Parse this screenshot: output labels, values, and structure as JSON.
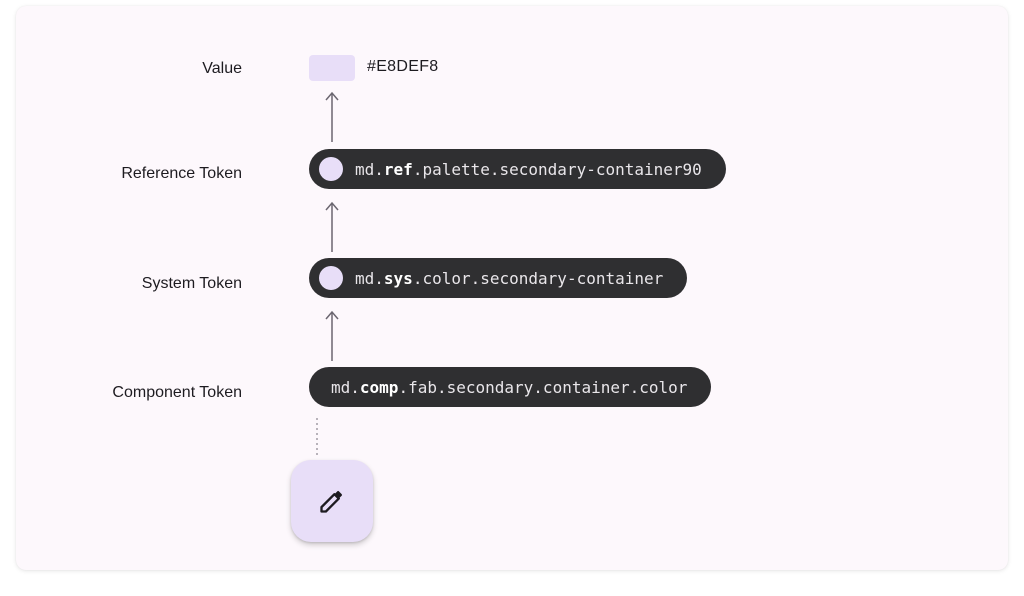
{
  "labels": {
    "value": "Value",
    "reference": "Reference Token",
    "system": "System Token",
    "component": "Component Token"
  },
  "value": {
    "hex": "#E8DEF8",
    "swatch_color": "#E8DEF8"
  },
  "reference_token": {
    "prefix": "md.",
    "bold": "ref",
    "suffix": ".palette.secondary-container90"
  },
  "system_token": {
    "prefix": "md.",
    "bold": "sys",
    "suffix": ".color.secondary-container"
  },
  "component_token": {
    "prefix": "md.",
    "bold": "comp",
    "suffix": ".fab.secondary.container.color"
  },
  "fab": {
    "icon": "pencil-icon",
    "container_color": "#E8DEF8"
  },
  "colors": {
    "pill_background": "#2f2f31",
    "card_background": "#fdf8fc",
    "arrow": "#6b6670"
  }
}
